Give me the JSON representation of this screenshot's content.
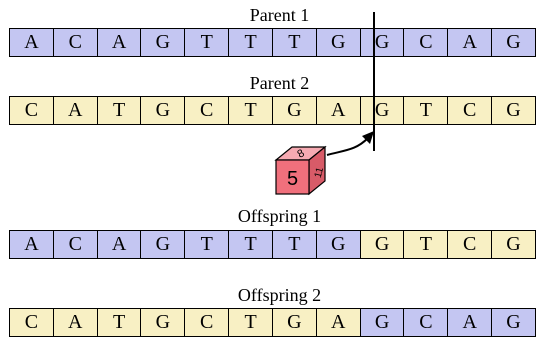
{
  "colors": {
    "parent1": "#c4c6f2",
    "parent2": "#f8f0c4",
    "die_front": "#f0707c",
    "die_top": "#f6aab2",
    "die_side": "#d85b68",
    "outline": "#000000"
  },
  "rows": [
    {
      "title": "Parent 1",
      "genes": [
        "A",
        "C",
        "A",
        "G",
        "T",
        "T",
        "T",
        "G",
        "G",
        "C",
        "A",
        "G"
      ],
      "sources": [
        1,
        1,
        1,
        1,
        1,
        1,
        1,
        1,
        1,
        1,
        1,
        1
      ]
    },
    {
      "title": "Parent 2",
      "genes": [
        "C",
        "A",
        "T",
        "G",
        "C",
        "T",
        "G",
        "A",
        "G",
        "T",
        "C",
        "G"
      ],
      "sources": [
        2,
        2,
        2,
        2,
        2,
        2,
        2,
        2,
        2,
        2,
        2,
        2
      ]
    },
    {
      "title": "Offspring 1",
      "genes": [
        "A",
        "C",
        "A",
        "G",
        "T",
        "T",
        "T",
        "G",
        "G",
        "T",
        "C",
        "G"
      ],
      "sources": [
        1,
        1,
        1,
        1,
        1,
        1,
        1,
        1,
        2,
        2,
        2,
        2
      ]
    },
    {
      "title": "Offspring 2",
      "genes": [
        "C",
        "A",
        "T",
        "G",
        "C",
        "T",
        "G",
        "A",
        "G",
        "C",
        "A",
        "G"
      ],
      "sources": [
        2,
        2,
        2,
        2,
        2,
        2,
        2,
        2,
        1,
        1,
        1,
        1
      ]
    }
  ],
  "crossover_point": 8,
  "die": {
    "front": "5",
    "top": "8",
    "side": "11",
    "icon": "die-icon"
  }
}
